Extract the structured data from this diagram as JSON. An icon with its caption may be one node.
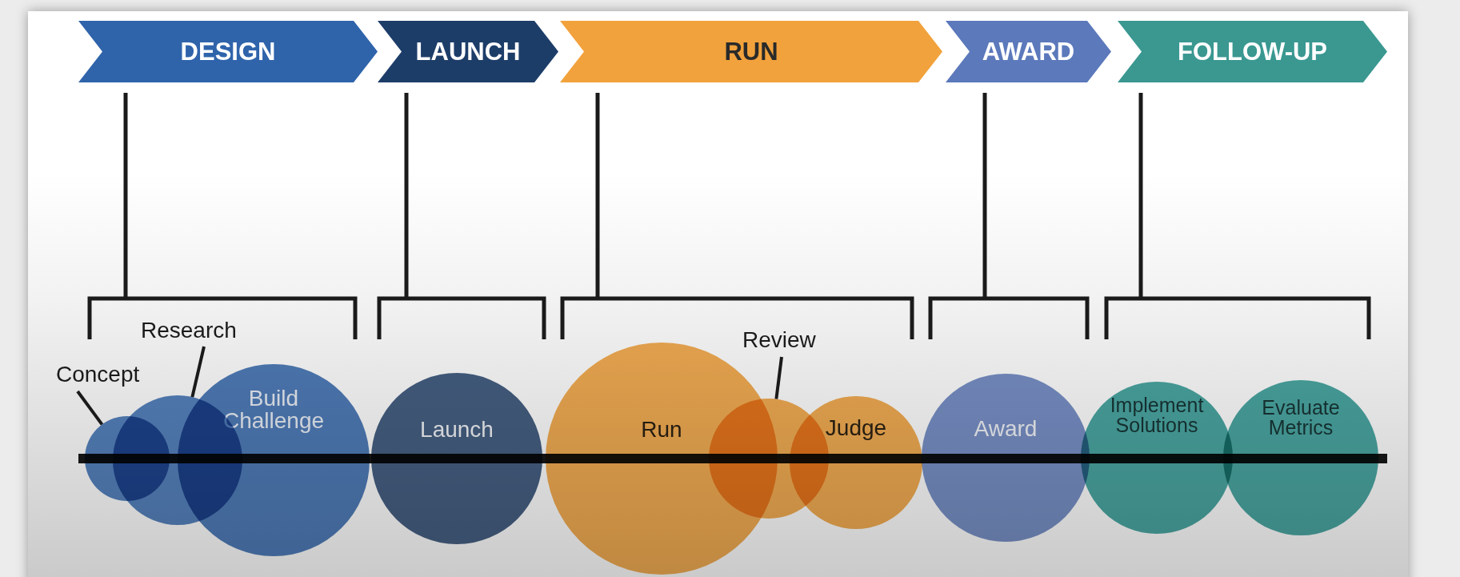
{
  "diagram": {
    "nodes": [
      {
        "text": [
          "DESIGN"
        ]
      },
      {
        "text": [
          "LAUNCH"
        ]
      },
      {
        "text": [
          "RUN"
        ]
      },
      {
        "text": [
          "AWARD"
        ]
      },
      {
        "text": [
          "FOLLOW-UP"
        ]
      },
      {
        "text": [
          "Research"
        ]
      },
      {
        "text": [
          "Concept"
        ]
      },
      {
        "text": [],
        "shape": "circle"
      },
      {
        "text": [],
        "shape": "circle"
      },
      {
        "text": [
          "Build Challenge"
        ]
      },
      {
        "text": [
          "Launch"
        ]
      },
      {
        "text": [
          "Review"
        ]
      },
      {
        "text": [
          "Run"
        ]
      },
      {
        "text": [],
        "shape": "circle"
      },
      {
        "text": [
          "Judge"
        ]
      },
      {
        "text": [
          "Award"
        ]
      },
      {
        "text": [
          "Implement Solutions"
        ]
      },
      {
        "text": [
          "Evaluate Metrics"
        ]
      }
    ],
    "edges": [
      {
        "from": 6,
        "to": 7,
        "arrow": "none"
      },
      {
        "from": 5,
        "to": 8,
        "arrow": "none"
      },
      {
        "from": 11,
        "to": 13,
        "arrow": "none"
      }
    ]
  }
}
